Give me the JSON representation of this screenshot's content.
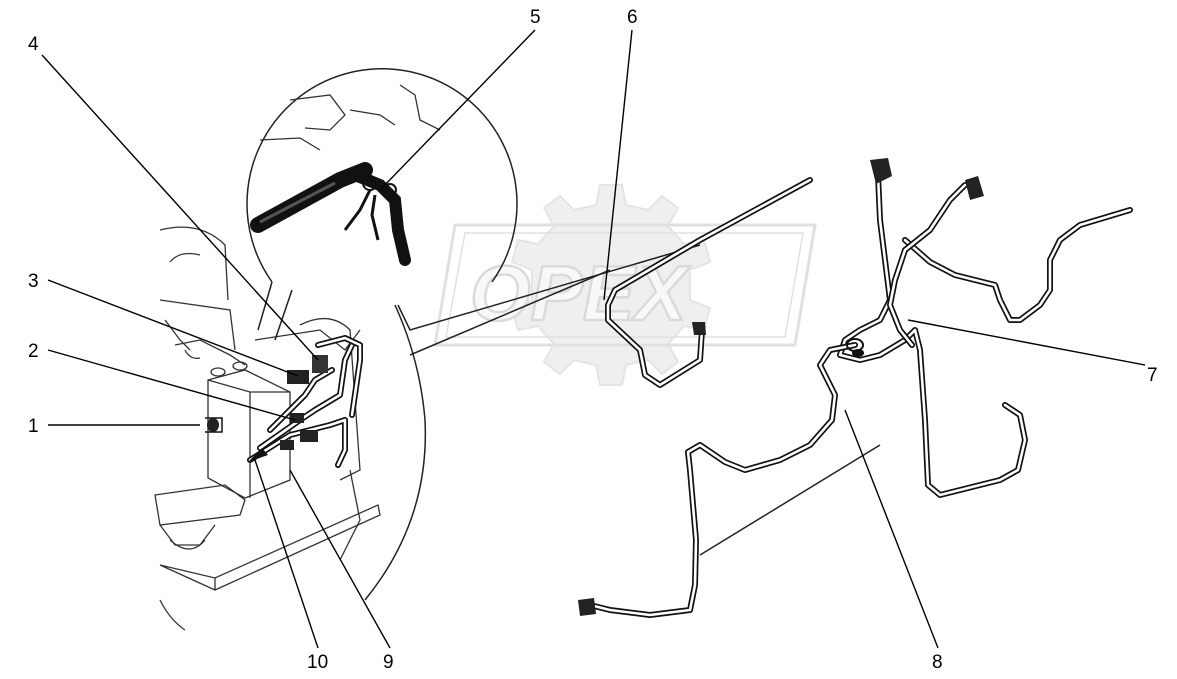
{
  "callouts": [
    {
      "id": "1",
      "label": "1"
    },
    {
      "id": "2",
      "label": "2"
    },
    {
      "id": "3",
      "label": "3"
    },
    {
      "id": "4",
      "label": "4"
    },
    {
      "id": "5",
      "label": "5"
    },
    {
      "id": "6",
      "label": "6"
    },
    {
      "id": "7",
      "label": "7"
    },
    {
      "id": "8",
      "label": "8"
    },
    {
      "id": "9",
      "label": "9"
    },
    {
      "id": "10",
      "label": "10"
    }
  ],
  "watermark": {
    "text": "OPEX",
    "color": "#d9d9d9"
  },
  "colors": {
    "line": "#000000",
    "background": "#ffffff"
  }
}
